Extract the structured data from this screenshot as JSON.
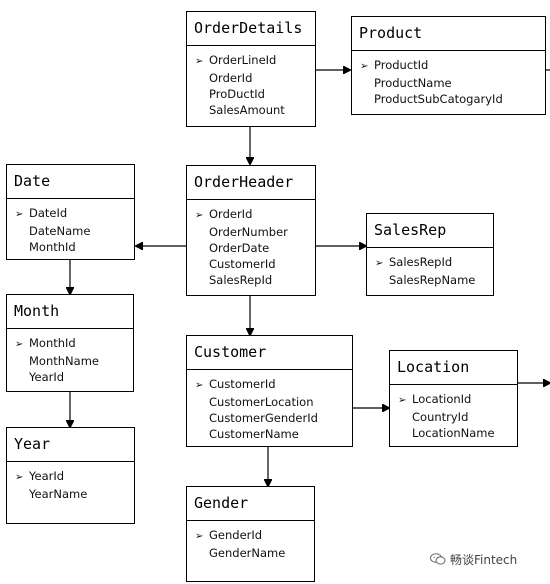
{
  "entities": {
    "orderdetails": {
      "title": "OrderDetails",
      "fields": [
        "OrderLineId",
        "OrderId",
        "ProDuctId",
        "SalesAmount"
      ]
    },
    "product": {
      "title": "Product",
      "fields": [
        "ProductId",
        "ProductName",
        "ProductSubCatogaryId"
      ]
    },
    "date": {
      "title": "Date",
      "fields": [
        "DateId",
        "DateName",
        "MonthId"
      ]
    },
    "orderheader": {
      "title": "OrderHeader",
      "fields": [
        "OrderId",
        "OrderNumber",
        "OrderDate",
        "CustomerId",
        "SalesRepId"
      ]
    },
    "salesrep": {
      "title": "SalesRep",
      "fields": [
        "SalesRepId",
        "SalesRepName"
      ]
    },
    "month": {
      "title": "Month",
      "fields": [
        "MonthId",
        "MonthName",
        "YearId"
      ]
    },
    "customer": {
      "title": "Customer",
      "fields": [
        "CustomerId",
        "CustomerLocation",
        "CustomerGenderId",
        "CustomerName"
      ]
    },
    "location": {
      "title": "Location",
      "fields": [
        "LocationId",
        "CountryId",
        "LocationName"
      ]
    },
    "year": {
      "title": "Year",
      "fields": [
        "YearId",
        "YearName"
      ]
    },
    "gender": {
      "title": "Gender",
      "fields": [
        "GenderId",
        "GenderName"
      ]
    }
  },
  "key_marker": "➢",
  "watermark": {
    "text": "畅谈Fintech",
    "icon": "wechat-icon"
  },
  "colors": {
    "line": "#000000",
    "background": "#ffffff"
  }
}
